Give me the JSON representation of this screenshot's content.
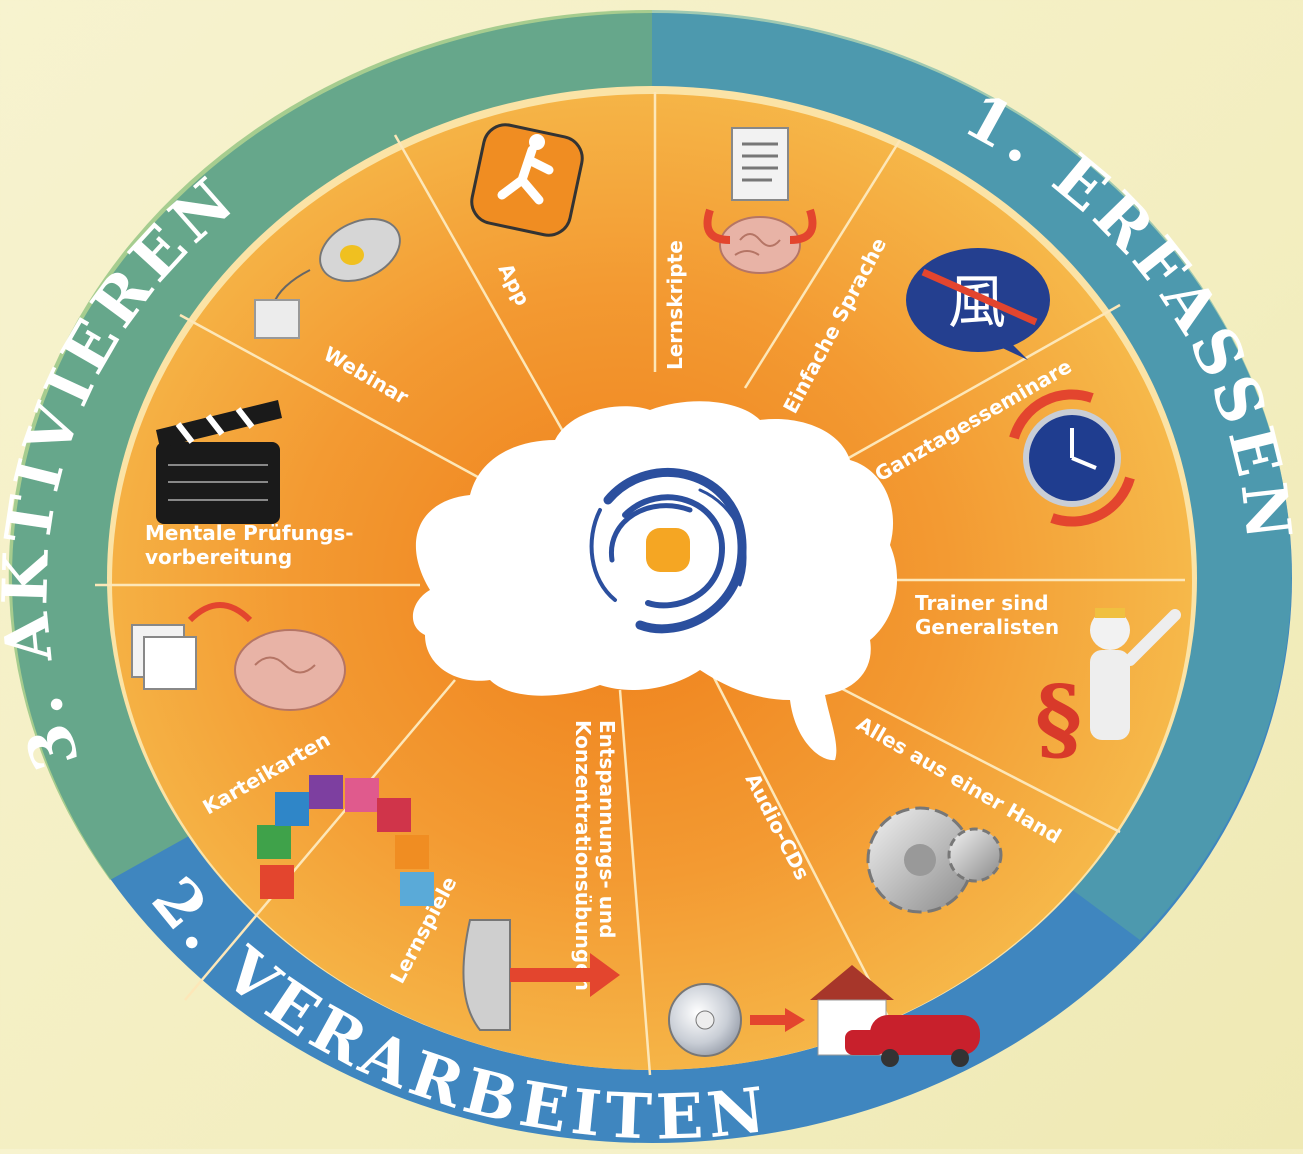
{
  "phases": [
    {
      "id": "erfassen",
      "label": "1. ERFASSEN"
    },
    {
      "id": "verarbeiten",
      "label": "2. VERARBEITEN"
    },
    {
      "id": "aktivieren",
      "label": "3. AKTIVIEREN"
    }
  ],
  "segments": [
    {
      "id": "lernskripte",
      "label": "Lernskripte",
      "icon": "document-to-brain-icon"
    },
    {
      "id": "einfache-sprache",
      "label": "Einfache Sprache",
      "icon": "speech-bubble-crossed-glyph-icon"
    },
    {
      "id": "ganztagesseminare",
      "label": "Ganztagesseminare",
      "icon": "clock-cycle-icon"
    },
    {
      "id": "trainer",
      "label": "Trainer sind|Generalisten",
      "icon": "figure-paragraph-icon"
    },
    {
      "id": "alles-aus-einer-hand",
      "label": "Alles aus einer Hand",
      "icon": "gears-icon"
    },
    {
      "id": "audio-cds",
      "label": "Audio-CDs",
      "icon": "cd-house-car-icon"
    },
    {
      "id": "entspannung",
      "label": "Entspannungs- und|Konzentrationsübungen",
      "icon": "wall-breakthrough-arrow-icon"
    },
    {
      "id": "lernspiele",
      "label": "Lernspiele",
      "icon": "colored-blocks-arch-icon"
    },
    {
      "id": "karteikarten",
      "label": "Karteikarten",
      "icon": "cards-to-brain-icon"
    },
    {
      "id": "mentale",
      "label": "Mentale Prüfungs-|vorbereitung",
      "icon": "clapperboard-icon"
    },
    {
      "id": "webinar",
      "label": "Webinar",
      "icon": "mouse-puzzle-icon"
    },
    {
      "id": "app",
      "label": "App",
      "icon": "app-runner-icon"
    }
  ],
  "colors": {
    "ring_blue": "#3f86bf",
    "ring_green": "#6cb07c",
    "segment_orange": "#f3a33a",
    "segment_center": "#f08a22",
    "logo_blue": "#2b4f9e",
    "logo_orange": "#f5a623"
  }
}
